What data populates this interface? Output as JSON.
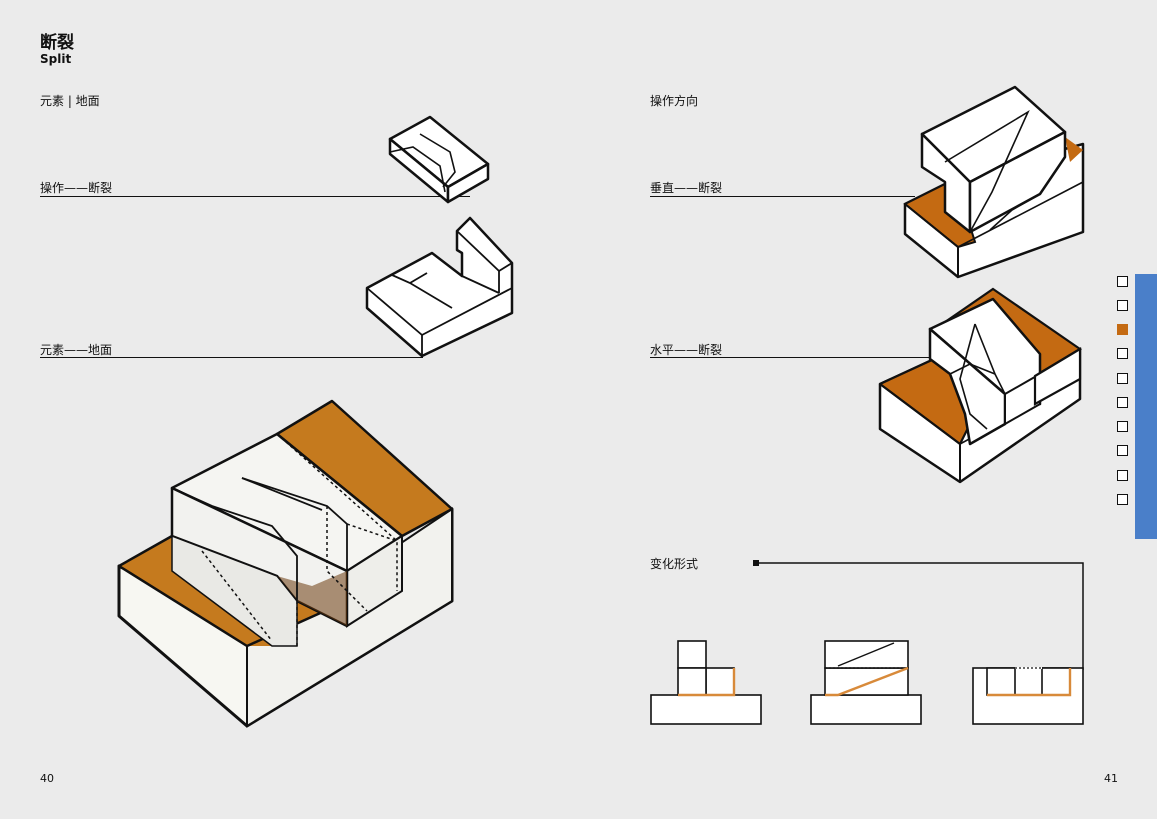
{
  "header": {
    "title_cn": "断裂",
    "title_en": "Split"
  },
  "left_page": {
    "element_heading": "元素 | 地面",
    "label_operation": "操作——断裂",
    "label_element": "元素——地面",
    "page_number": "40"
  },
  "right_page": {
    "direction_heading": "操作方向",
    "label_vertical": "垂直——断裂",
    "label_horizontal": "水平——断裂",
    "variations_heading": "变化形式",
    "page_number": "41"
  },
  "toc": {
    "count": 10,
    "active_index": 2
  },
  "colors": {
    "background": "#ebebeb",
    "accent_orange": "#c46a12",
    "tab_blue": "#4a7fc9"
  }
}
